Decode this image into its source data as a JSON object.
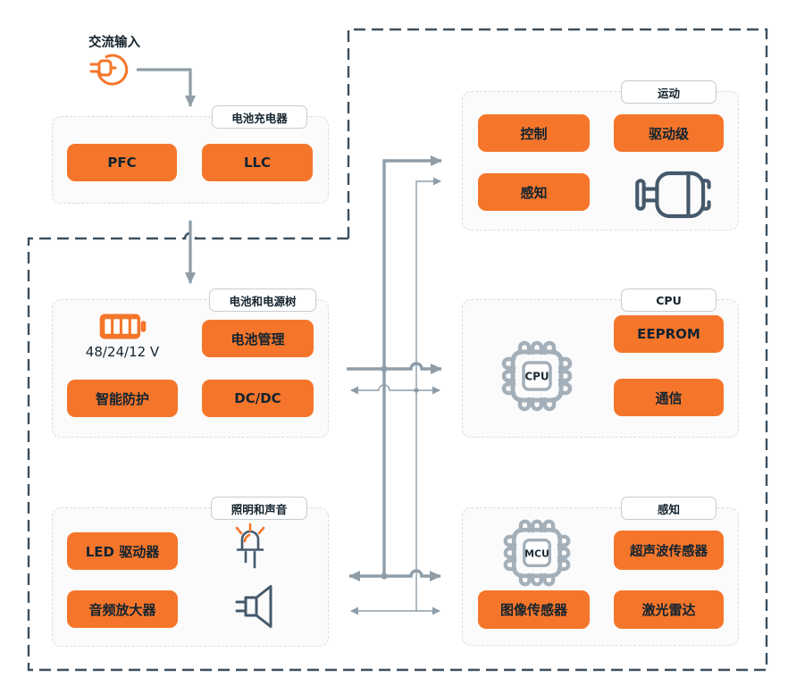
{
  "colors": {
    "accent_orange": "#f5762b",
    "icon_navy": "#45596b",
    "wire_gray": "#8e9da8",
    "system_boundary": "#3c5060"
  },
  "ac_input": {
    "label": "交流输入"
  },
  "groups": {
    "charger": {
      "title": "电池充电器",
      "blocks": {
        "pfc": "PFC",
        "llc": "LLC"
      }
    },
    "power": {
      "title": "电池和电源树",
      "voltage": "48/24/12 V",
      "blocks": {
        "battery_mgmt": "电池管理",
        "protection": "智能防护",
        "dcdc": "DC/DC"
      }
    },
    "light_sound": {
      "title": "照明和声音",
      "blocks": {
        "led_driver": "LED 驱动器",
        "audio_amp": "音频放大器"
      }
    },
    "motion": {
      "title": "运动",
      "blocks": {
        "control": "控制",
        "drive_stage": "驱动级",
        "sensing": "感知"
      }
    },
    "cpu": {
      "title": "CPU",
      "chip_label": "CPU",
      "blocks": {
        "eeprom": "EEPROM",
        "comm": "通信"
      }
    },
    "sensing": {
      "title": "感知",
      "chip_label": "MCU",
      "blocks": {
        "ultrasonic": "超声波传感器",
        "image_sensor": "图像传感器",
        "lidar": "激光雷达"
      }
    }
  }
}
